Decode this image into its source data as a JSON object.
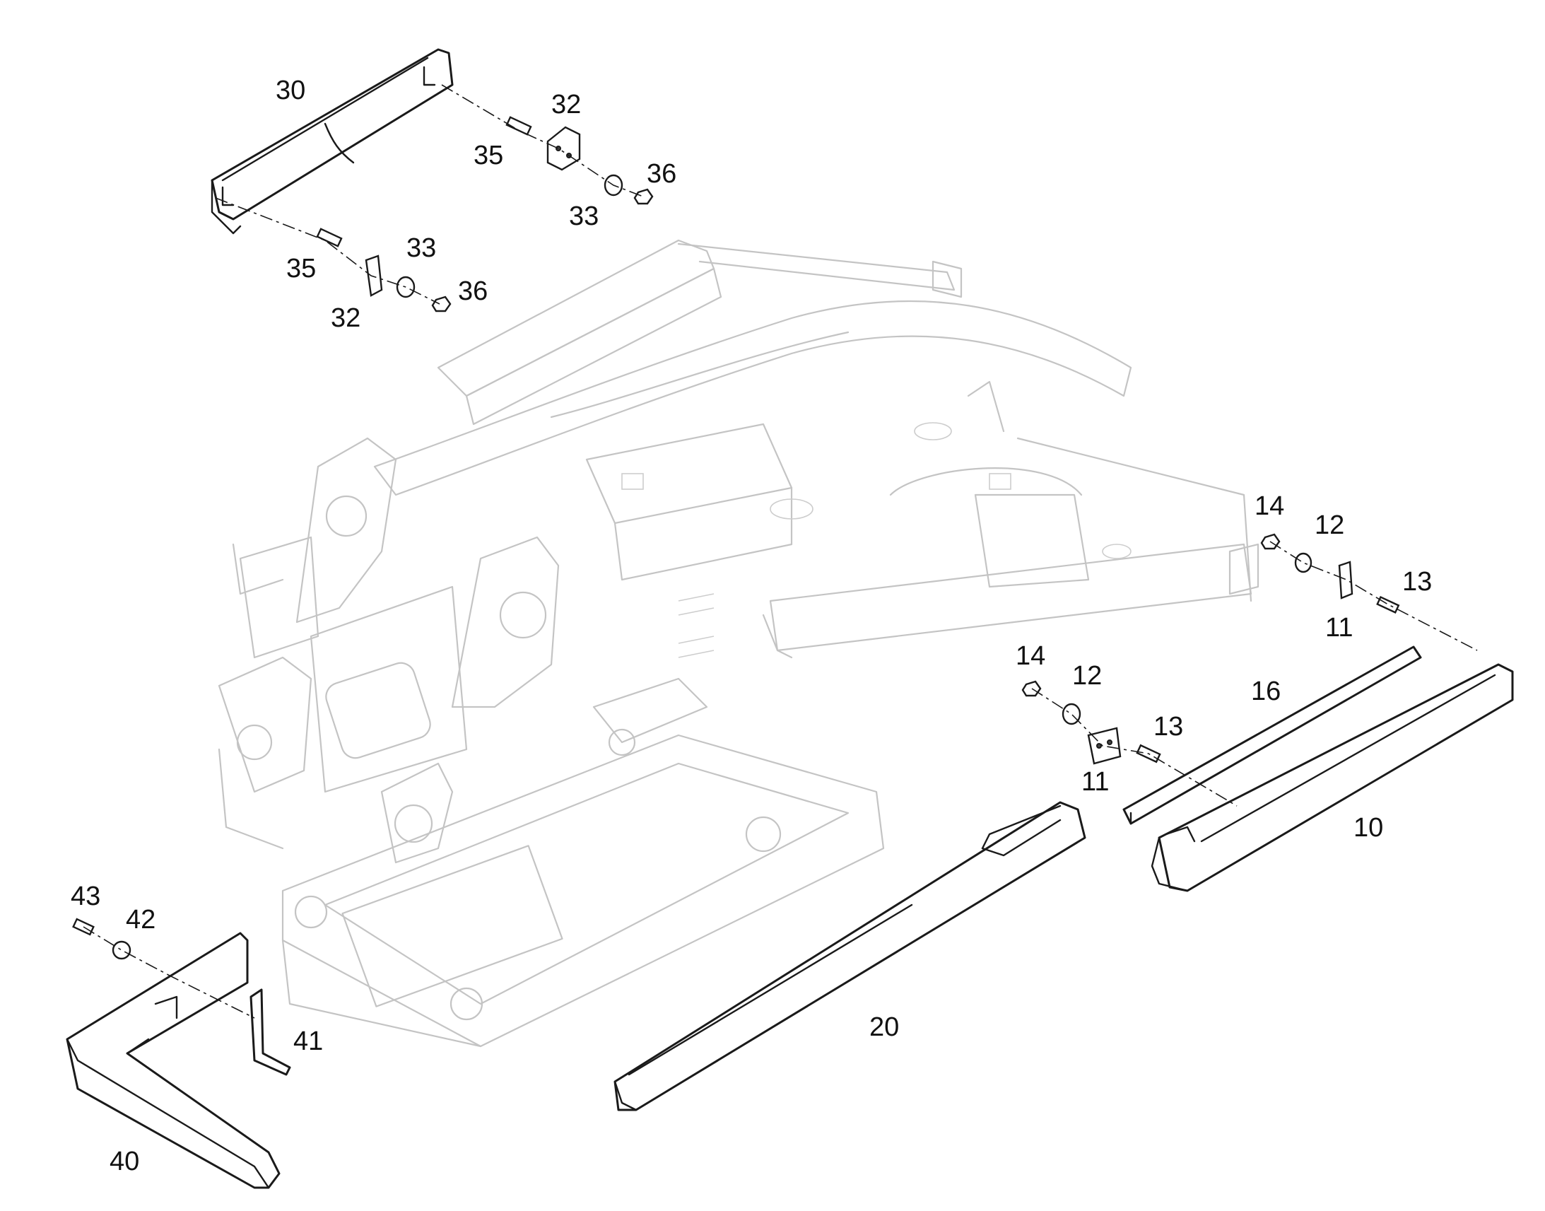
{
  "callouts": {
    "c10": "10",
    "c11a": "11",
    "c11b": "11",
    "c12a": "12",
    "c12b": "12",
    "c13a": "13",
    "c13b": "13",
    "c14a": "14",
    "c14b": "14",
    "c16": "16",
    "c20": "20",
    "c30": "30",
    "c32a": "32",
    "c32b": "32",
    "c33a": "33",
    "c33b": "33",
    "c35a": "35",
    "c35b": "35",
    "c36a": "36",
    "c36b": "36",
    "c40": "40",
    "c41": "41",
    "c42": "42",
    "c43": "43"
  }
}
